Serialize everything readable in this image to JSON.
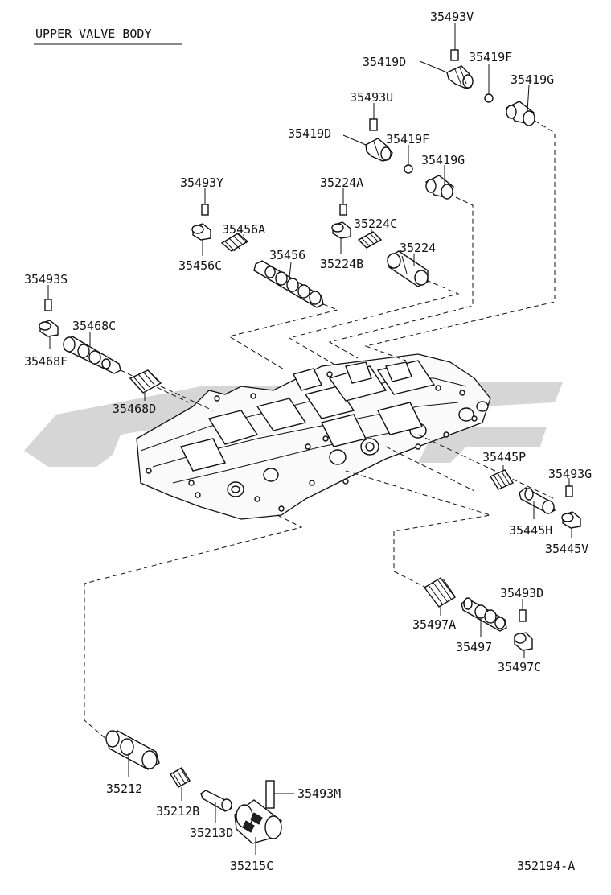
{
  "title": "UPPER VALVE BODY",
  "figure_id": "352194-A",
  "parts": {
    "p35493V": "35493V",
    "p35419D_1": "35419D",
    "p35419F_1": "35419F",
    "p35419G_1": "35419G",
    "p35493U": "35493U",
    "p35419D_2": "35419D",
    "p35419F_2": "35419F",
    "p35419G_2": "35419G",
    "p35493Y": "35493Y",
    "p35224A": "35224A",
    "p35456A": "35456A",
    "p35224C": "35224C",
    "p35456C": "35456C",
    "p35456": "35456",
    "p35224B": "35224B",
    "p35224": "35224",
    "p35493S": "35493S",
    "p35468C": "35468C",
    "p35468F": "35468F",
    "p35468D": "35468D",
    "p35445P": "35445P",
    "p35493G": "35493G",
    "p35445H": "35445H",
    "p35445V": "35445V",
    "p35493D": "35493D",
    "p35497A": "35497A",
    "p35497": "35497",
    "p35497C": "35497C",
    "p35212": "35212",
    "p35212B": "35212B",
    "p35493M": "35493M",
    "p35213D": "35213D",
    "p35215C": "35215C"
  },
  "icons": [
    "valve-body-assembly",
    "spring-icon",
    "valve-plug-icon",
    "pin-icon",
    "ball-icon",
    "spool-valve-icon",
    "sleeve-icon"
  ],
  "colors": {
    "line": "#111111",
    "watermark": "#cfcfcf",
    "background": "#ffffff"
  }
}
